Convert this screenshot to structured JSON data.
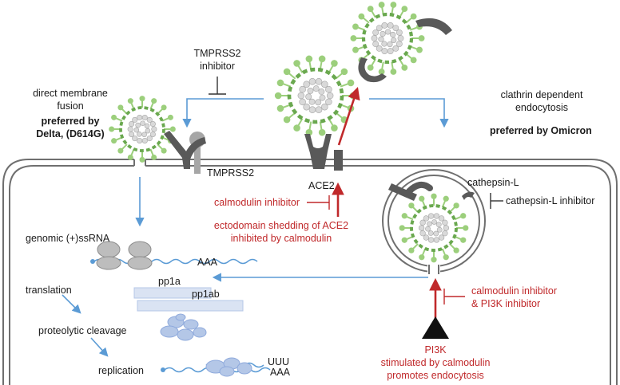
{
  "labels": {
    "tmprss2_inhibitor_1": "TMPRSS2",
    "tmprss2_inhibitor_2": "inhibitor",
    "direct_fusion_1": "direct membrane",
    "direct_fusion_2": "fusion",
    "preferred_delta_1": "preferred by",
    "preferred_delta_2": "Delta, (D614G)",
    "clathrin_1": "clathrin dependent",
    "clathrin_2": "endocytosis",
    "preferred_omicron": "preferred by Omicron",
    "tmprss2": "TMPRSS2",
    "ace2": "ACE2",
    "cathepsin_l": "cathepsin-L",
    "cathepsin_l_inhibitor": "cathepsin-L inhibitor",
    "calmodulin_inhibitor_top": "calmodulin inhibitor",
    "shedding_1": "ectodomain shedding of ACE2",
    "shedding_2": "inhibited by calmodulin",
    "genomic": "genomic (+)ssRNA",
    "aaa_top": "AAA",
    "pp1a": "pp1a",
    "pp1ab": "pp1ab",
    "translation": "translation",
    "proteolytic": "proteolytic cleavage",
    "replication": "replication",
    "uuu": "UUU",
    "aaa_bottom": "AAA",
    "calmodulin_pi3k_1": "calmodulin inhibitor",
    "calmodulin_pi3k_2": "& PI3K inhibitor",
    "pi3k_1": "PI3K",
    "pi3k_2": "stimulated by calmodulin",
    "pi3k_3": "promotes endocytosis"
  },
  "colors": {
    "membrane": "#6f6f6f",
    "flow_arrow": "#5b9bd5",
    "red": "#c0292b",
    "spike": "#9ccf7c",
    "envelope": "#6aa84f",
    "ribosome": "#bdbdbd",
    "protein": "#b4c7e7",
    "receptor": "#595959"
  }
}
